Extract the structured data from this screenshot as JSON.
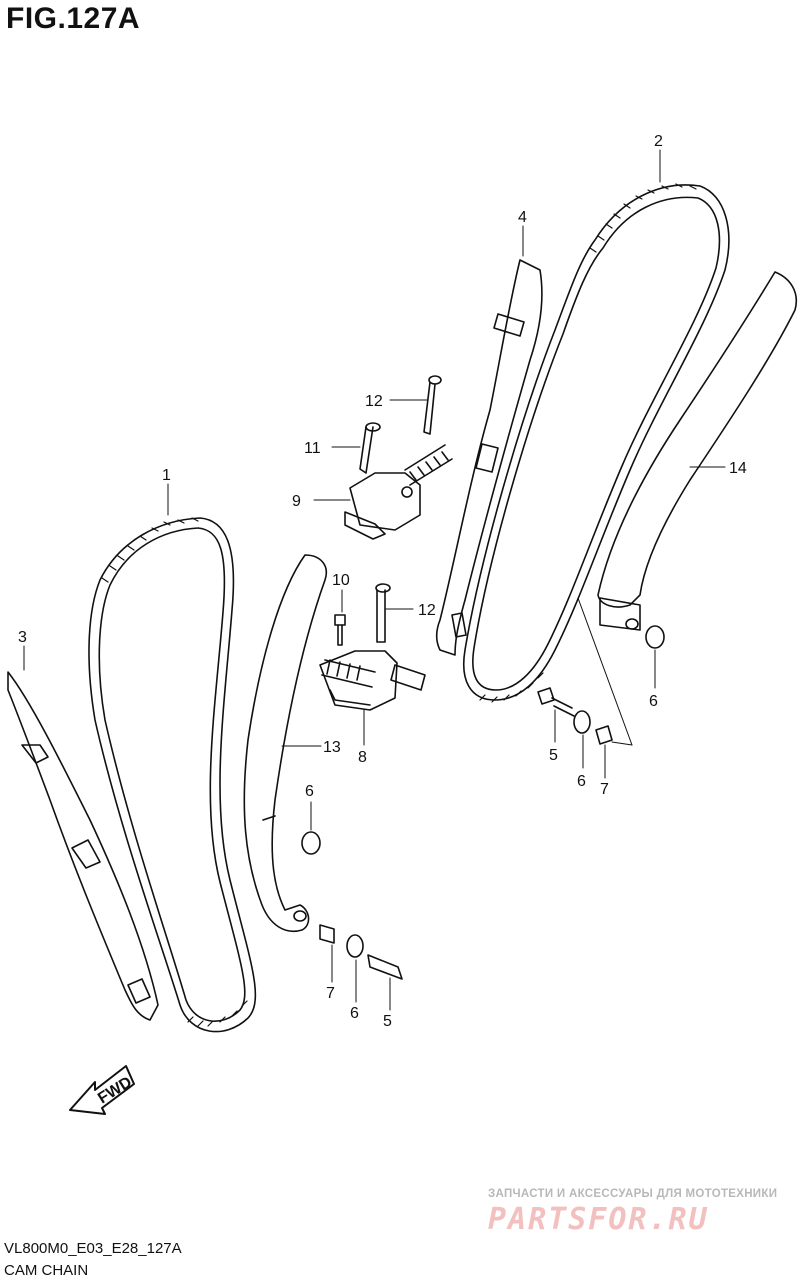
{
  "figure": {
    "title": "FIG.127A",
    "code": "VL800M0_E03_E28_127A",
    "caption": "CAM CHAIN"
  },
  "callouts": [
    {
      "id": "c1",
      "label": "1"
    },
    {
      "id": "c2",
      "label": "2"
    },
    {
      "id": "c3",
      "label": "3"
    },
    {
      "id": "c4",
      "label": "4"
    },
    {
      "id": "c5a",
      "label": "5"
    },
    {
      "id": "c5b",
      "label": "5"
    },
    {
      "id": "c6a",
      "label": "6"
    },
    {
      "id": "c6b",
      "label": "6"
    },
    {
      "id": "c6c",
      "label": "6"
    },
    {
      "id": "c6d",
      "label": "6"
    },
    {
      "id": "c7a",
      "label": "7"
    },
    {
      "id": "c7b",
      "label": "7"
    },
    {
      "id": "c8",
      "label": "8"
    },
    {
      "id": "c9",
      "label": "9"
    },
    {
      "id": "c10",
      "label": "10"
    },
    {
      "id": "c11",
      "label": "11"
    },
    {
      "id": "c12a",
      "label": "12"
    },
    {
      "id": "c12b",
      "label": "12"
    },
    {
      "id": "c13",
      "label": "13"
    },
    {
      "id": "c14",
      "label": "14"
    }
  ],
  "fwd_label": "FWD",
  "watermark": {
    "tagline": "ЗАПЧАСТИ И АКСЕССУАРЫ ДЛЯ МОТОТЕХНИКИ",
    "logo": "PARTSFOR.RU",
    "color": "#e08080"
  }
}
